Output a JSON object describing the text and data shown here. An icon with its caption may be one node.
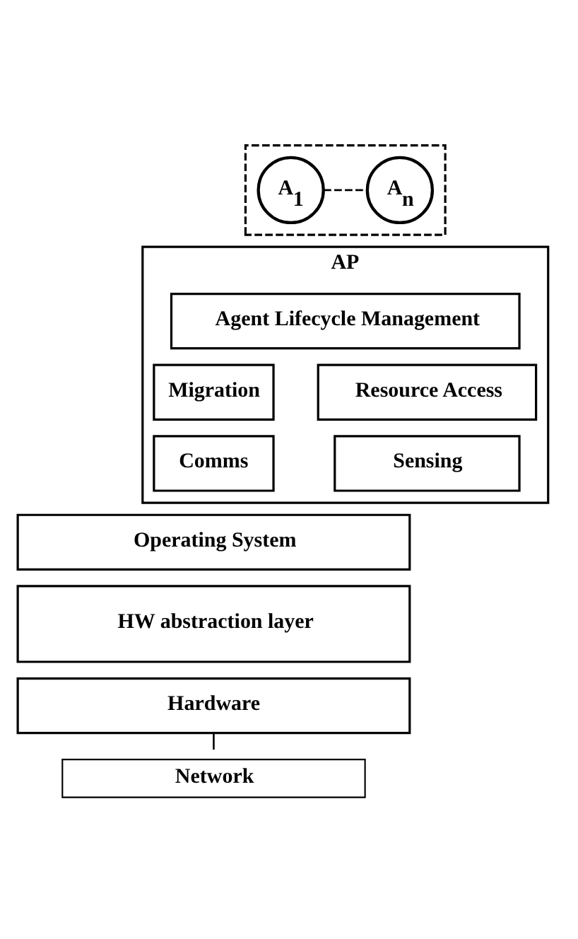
{
  "diagram": {
    "nodes": [
      {
        "text": [],
        "shape": "box"
      },
      {
        "text": [
          "A$_{1}$"
        ],
        "in": 0
      },
      {
        "text": [
          "A$_{n}$"
        ],
        "in": 0
      },
      {
        "text": [
          "AP"
        ]
      },
      {
        "text": [
          "Agent Lifecycle Management"
        ],
        "in": 3
      },
      {
        "text": [
          "Migration"
        ],
        "in": 3
      },
      {
        "text": [
          "Resource Access"
        ],
        "in": 3
      },
      {
        "text": [
          "Comms"
        ],
        "in": 3
      },
      {
        "text": [
          "Sensing"
        ],
        "in": 3
      },
      {
        "text": [
          "Operating System"
        ]
      },
      {
        "text": [
          "HW abstraction layer"
        ]
      },
      {
        "text": [
          "Hardware"
        ]
      },
      {
        "text": [
          "Network"
        ]
      }
    ],
    "edges": [
      {
        "from": 1,
        "to": 2,
        "arrow": "none",
        "style": "dashed"
      },
      {
        "from": 11,
        "to": 12,
        "arrow": "none"
      }
    ]
  }
}
